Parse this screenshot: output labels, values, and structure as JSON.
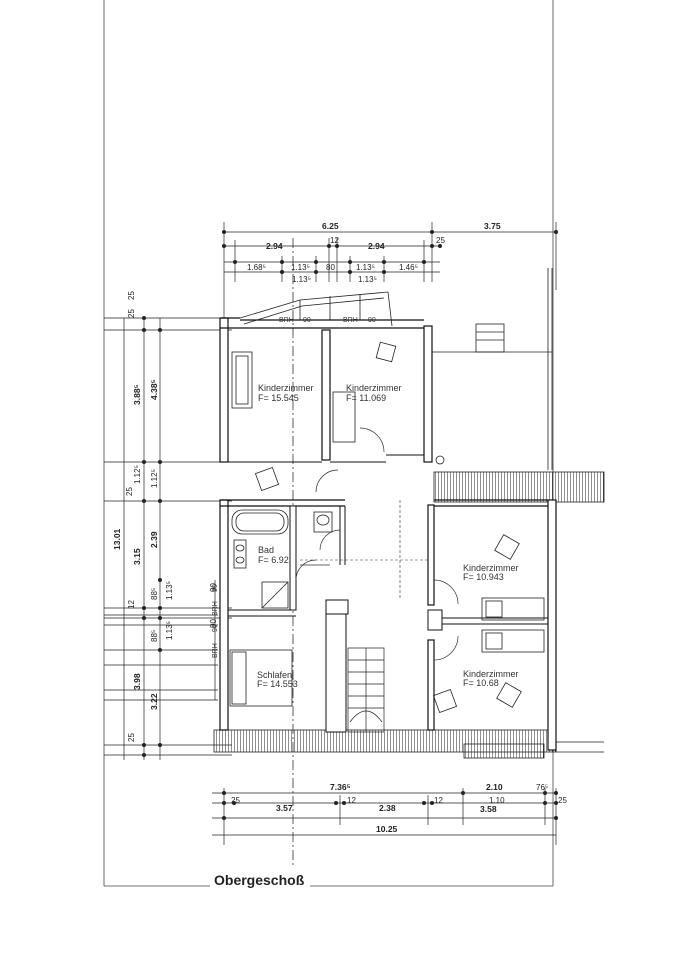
{
  "title": "Obergeschoß",
  "rooms": {
    "kinder1": {
      "name": "Kinderzimmer",
      "area": "F= 15.545"
    },
    "kinder2": {
      "name": "Kinderzimmer",
      "area": "F= 11.069"
    },
    "bad": {
      "name": "Bad",
      "area": "F= 6.92"
    },
    "kinder3": {
      "name": "Kinderzimmer",
      "area": "F= 10.943"
    },
    "schlafen": {
      "name": "Schlafen",
      "area": "F= 14.553"
    },
    "kinder4": {
      "name": "Kinderzimmer",
      "area": "F= 10.68"
    }
  },
  "windows": {
    "w1": "BRH",
    "w1n": "90",
    "w2": "BRH",
    "w2n": "90",
    "w3": "BRH",
    "w3n": "90",
    "w4": "BRH",
    "w4n": "90"
  },
  "top_dims": {
    "r1": [
      "6.25",
      "3.75"
    ],
    "r2": [
      "2.94",
      "12",
      "2.94",
      "25"
    ],
    "r3": [
      "1.68⁵",
      "1.13⁵",
      "80",
      "1.13⁵",
      "1.46⁵"
    ],
    "r4": [
      "1.13⁵",
      "1.13⁵"
    ]
  },
  "left_dims": {
    "total": "13.01",
    "c1": [
      "25",
      "25",
      "3.88⁵",
      "25",
      "1.12⁵",
      "3.15",
      "12",
      "3.98",
      "25"
    ],
    "c2": [
      "4.38⁵",
      "1.12⁵",
      "2.39",
      "88⁵",
      "88⁵",
      "3.22"
    ],
    "c3": [
      "90",
      "1.13⁵",
      "90",
      "1.13⁵"
    ]
  },
  "bottom_dims": {
    "r1": [
      "7.36⁵",
      "2.10",
      "76⁵"
    ],
    "r2": [
      "25",
      "3.57",
      "12",
      "2.38",
      "12",
      "1.10",
      "25"
    ],
    "r2b": "3.58",
    "r3": "10.25"
  }
}
